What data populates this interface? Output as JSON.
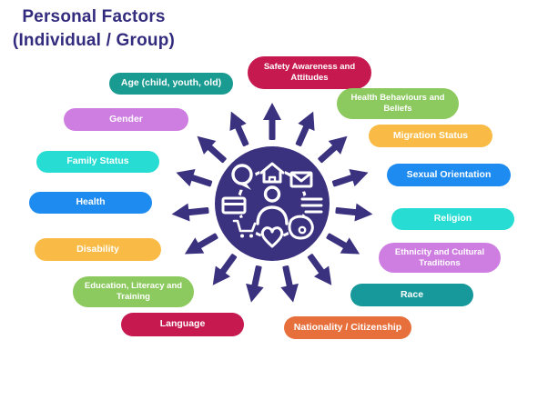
{
  "title": {
    "line1": "Personal Factors",
    "line2": "(Individual / Group)"
  },
  "colors": {
    "title_text": "#332c7e",
    "hub_and_arrows": "#3b327f",
    "pill_text": "#ffffff",
    "background": "#ffffff"
  },
  "center": {
    "icon": "community-person-circle-icon",
    "icon_parts": [
      "person-icon",
      "house-icon",
      "envelope-icon",
      "list-icon",
      "droplet-icon",
      "heart-icon",
      "cart-icon",
      "card-icon",
      "speech-bubble-icon"
    ]
  },
  "factors": [
    {
      "id": "age",
      "label": "Age (child, youth, old)",
      "color": "#1a9b91"
    },
    {
      "id": "safety-awareness",
      "label": "Safety Awareness and Attitudes",
      "color": "#c6194f"
    },
    {
      "id": "health-behaviours",
      "label": "Health Behaviours and Beliefs",
      "color": "#8cc95e"
    },
    {
      "id": "migration-status",
      "label": "Migration Status",
      "color": "#f9bb45"
    },
    {
      "id": "sexual-orientation",
      "label": "Sexual Orientation",
      "color": "#1e8bf0"
    },
    {
      "id": "religion",
      "label": "Religion",
      "color": "#27dcd3"
    },
    {
      "id": "ethnicity",
      "label": "Ethnicity and Cultural Traditions",
      "color": "#ce7ee0"
    },
    {
      "id": "race",
      "label": "Race",
      "color": "#17999b"
    },
    {
      "id": "nationality",
      "label": "Nationality / Citizenship",
      "color": "#e76f3b"
    },
    {
      "id": "language",
      "label": "Language",
      "color": "#c6194f"
    },
    {
      "id": "education",
      "label": "Education, Literacy and Training",
      "color": "#8cc95e"
    },
    {
      "id": "disability",
      "label": "Disability",
      "color": "#f9bb45"
    },
    {
      "id": "health",
      "label": "Health",
      "color": "#1e8bf0"
    },
    {
      "id": "family-status",
      "label": "Family Status",
      "color": "#27dcd3"
    },
    {
      "id": "gender",
      "label": "Gender",
      "color": "#ce7ee0"
    }
  ]
}
